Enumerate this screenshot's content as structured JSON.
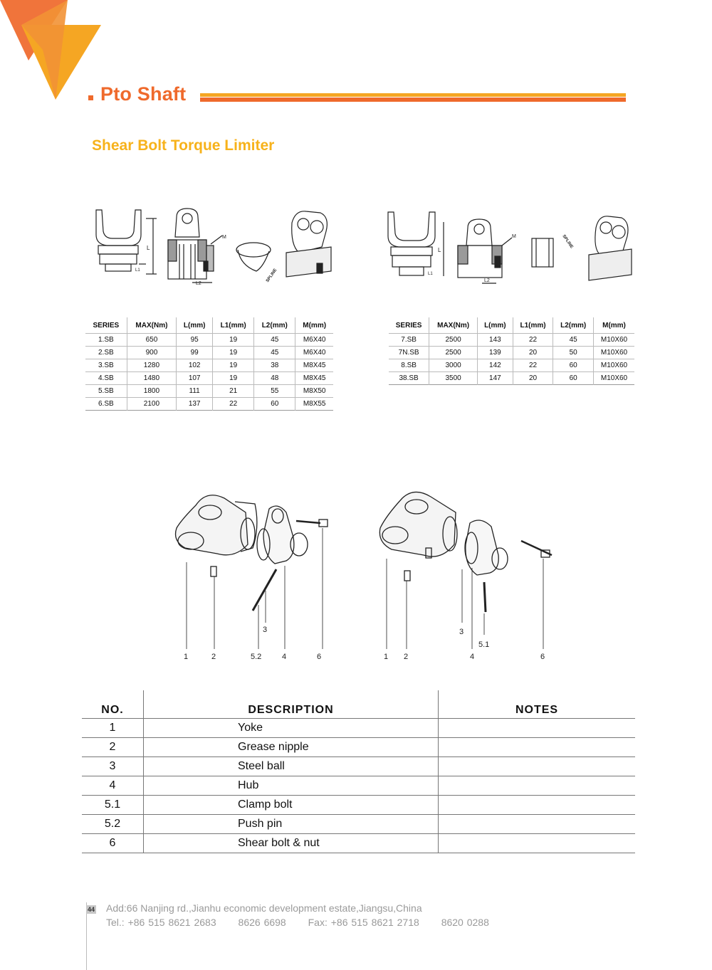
{
  "header": {
    "title": "Pto Shaft",
    "subtitle": "Shear Bolt Torque Limiter",
    "colors": {
      "orange": "#ef6a2c",
      "amber": "#f5a623",
      "yellow": "#f7b21b",
      "coral": "#f0743b"
    }
  },
  "drawing_labels": {
    "dim_L": "L",
    "dim_L1": "L1",
    "dim_L2": "L2",
    "dim_M": "M",
    "spline": "SPLINE"
  },
  "spec_table_left": {
    "headers": [
      "SERIES",
      "MAX(Nm)",
      "L(mm)",
      "L1(mm)",
      "L2(mm)",
      "M(mm)"
    ],
    "rows": [
      [
        "1.SB",
        "650",
        "95",
        "19",
        "45",
        "M6X40"
      ],
      [
        "2.SB",
        "900",
        "99",
        "19",
        "45",
        "M6X40"
      ],
      [
        "3.SB",
        "1280",
        "102",
        "19",
        "38",
        "M8X45"
      ],
      [
        "4.SB",
        "1480",
        "107",
        "19",
        "48",
        "M8X45"
      ],
      [
        "5.SB",
        "1800",
        "111",
        "21",
        "55",
        "M8X50"
      ],
      [
        "6.SB",
        "2100",
        "137",
        "22",
        "60",
        "M8X55"
      ]
    ]
  },
  "spec_table_right": {
    "headers": [
      "SERIES",
      "MAX(Nm)",
      "L(mm)",
      "L1(mm)",
      "L2(mm)",
      "M(mm)"
    ],
    "rows": [
      [
        "7.SB",
        "2500",
        "143",
        "22",
        "45",
        "M10X60"
      ],
      [
        "7N.SB",
        "2500",
        "139",
        "20",
        "50",
        "M10X60"
      ],
      [
        "8.SB",
        "3000",
        "142",
        "22",
        "60",
        "M10X60"
      ],
      [
        "38.SB",
        "3500",
        "147",
        "20",
        "60",
        "M10X60"
      ]
    ]
  },
  "exploded_left": {
    "callouts": [
      "1",
      "2",
      "5.2",
      "3",
      "4",
      "6"
    ]
  },
  "exploded_right": {
    "callouts": [
      "1",
      "2",
      "3",
      "4",
      "5.1",
      "6"
    ]
  },
  "parts_table": {
    "headers": [
      "NO.",
      "DESCRIPTION",
      "NOTES"
    ],
    "rows": [
      [
        "1",
        "Yoke",
        ""
      ],
      [
        "2",
        "Grease nipple",
        ""
      ],
      [
        "3",
        "Steel ball",
        ""
      ],
      [
        "4",
        "Hub",
        ""
      ],
      [
        "5.1",
        "Clamp bolt",
        ""
      ],
      [
        "5.2",
        "Push pin",
        ""
      ],
      [
        "6",
        "Shear bolt & nut",
        ""
      ]
    ]
  },
  "footer": {
    "page_number": "44",
    "address": "Add:66 Nanjing rd.,Jianhu economic development estate,Jiangsu,China",
    "tel": "Tel.: +86 515 8621 2683",
    "tel2": "8626 6698",
    "fax": "Fax: +86 515 8621 2718",
    "fax2": "8620 0288"
  }
}
